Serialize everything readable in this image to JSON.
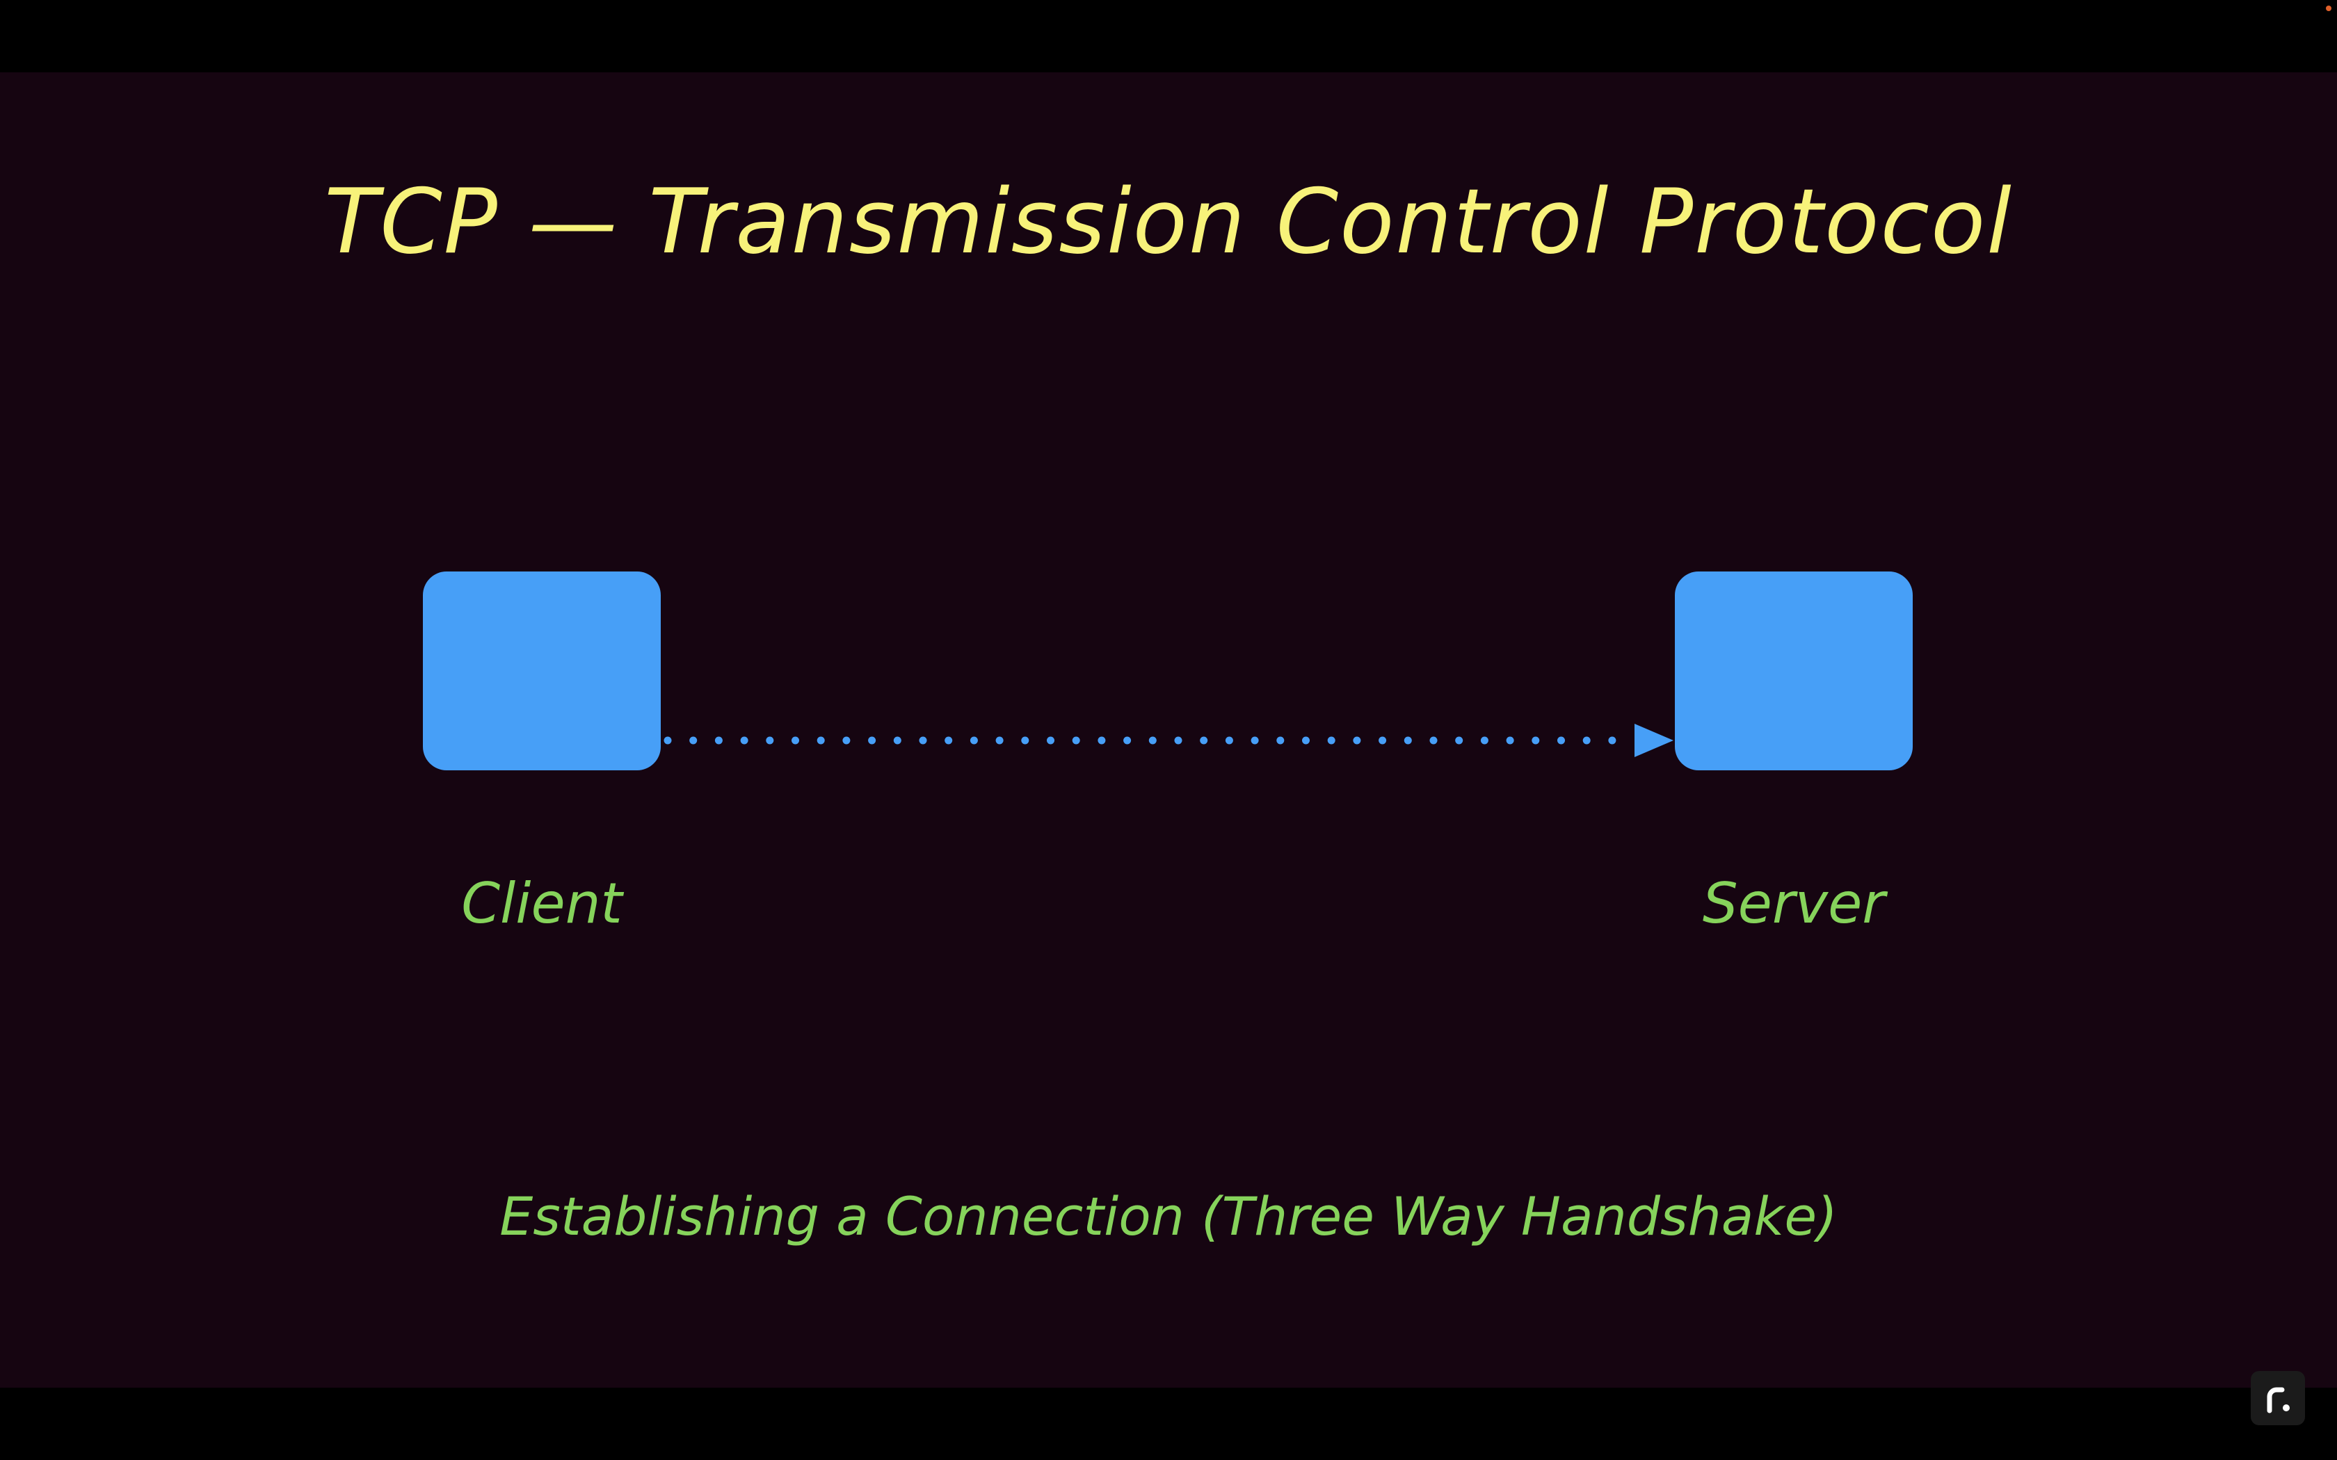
{
  "slide": {
    "title": "TCP — Transmission Control Protocol",
    "subtitle": "Establishing a Connection (Three Way Handshake)"
  },
  "diagram": {
    "nodes": [
      {
        "id": "client",
        "label": "Client"
      },
      {
        "id": "server",
        "label": "Server"
      }
    ],
    "edges": [
      {
        "from": "client",
        "to": "server",
        "style": "dotted",
        "arrowhead": "end"
      }
    ]
  },
  "colors": {
    "background": "#160511",
    "letterbox": "#000000",
    "title": "#F7F27A",
    "label": "#86D35B",
    "node_fill": "#479FF7",
    "connector": "#479FF7",
    "corner_dot": "#E0602A"
  },
  "icons": {
    "corner_logo": "app-logo-icon"
  }
}
